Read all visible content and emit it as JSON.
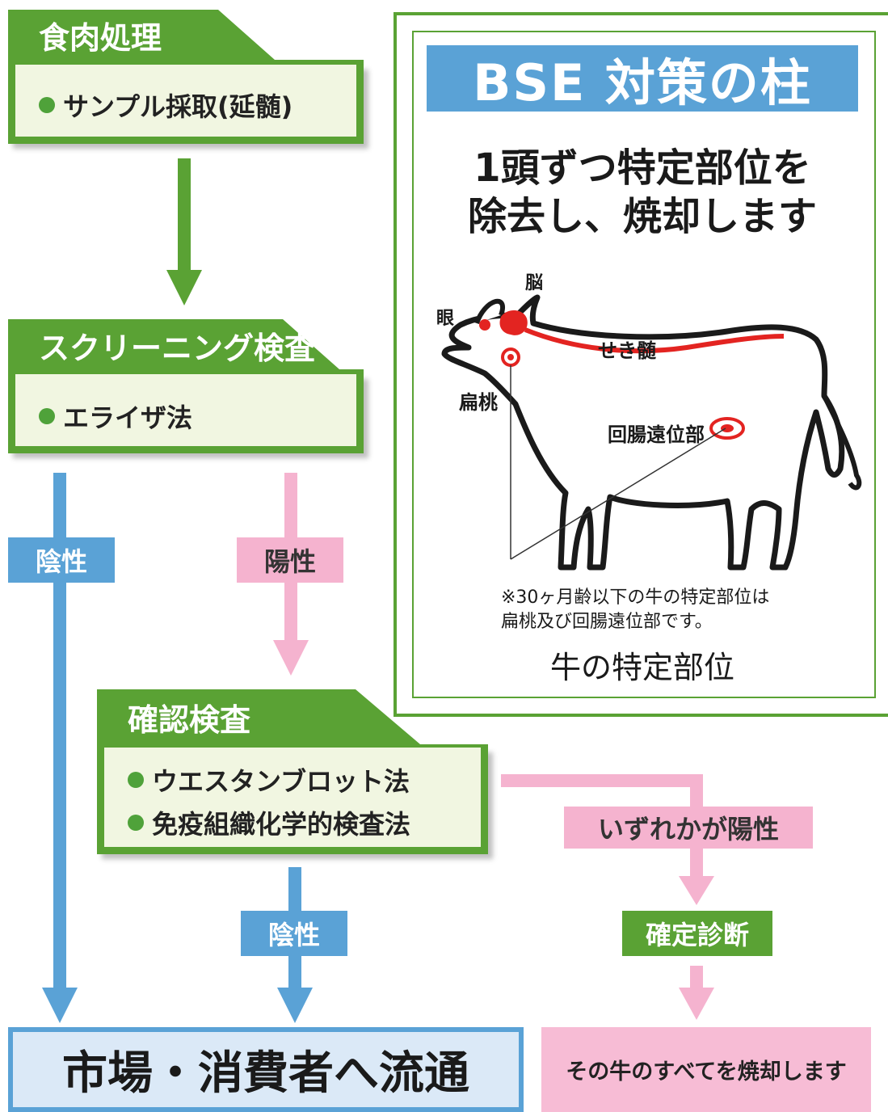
{
  "step1": {
    "title": "食肉処理",
    "items": [
      "サンプル採取(延髄)"
    ]
  },
  "step2": {
    "title": "スクリーニング検査",
    "items": [
      "エライザ法"
    ]
  },
  "step3": {
    "title": "確認検査",
    "items": [
      "ウエスタンブロット法",
      "免疫組織化学的検査法"
    ]
  },
  "labels": {
    "negative_1": "陰性",
    "positive_1": "陽性",
    "either_positive": "いずれかが陽性",
    "negative_2": "陰性",
    "final_diagnosis": "確定診断"
  },
  "outcomes": {
    "market": "市場・消費者へ流通",
    "incinerate": "その牛のすべてを焼却します"
  },
  "panel": {
    "title": "BSE 対策の柱",
    "headline_1": "1頭ずつ特定部位を",
    "headline_2": "除去し、焼却します",
    "parts": {
      "brain": "脳",
      "eye": "眼",
      "spinal_cord": "せき髄",
      "tonsil": "扁桃",
      "distal_ileum": "回腸遠位部"
    },
    "note_1": "※30ヶ月齢以下の牛の特定部位は",
    "note_2": "扁桃及び回腸遠位部です。",
    "caption": "牛の特定部位"
  },
  "colors": {
    "green": "#5aa234",
    "blue": "#5aa2d6",
    "pink": "#f5b3cf",
    "cream": "#f1f6e1",
    "red": "#e32421"
  }
}
